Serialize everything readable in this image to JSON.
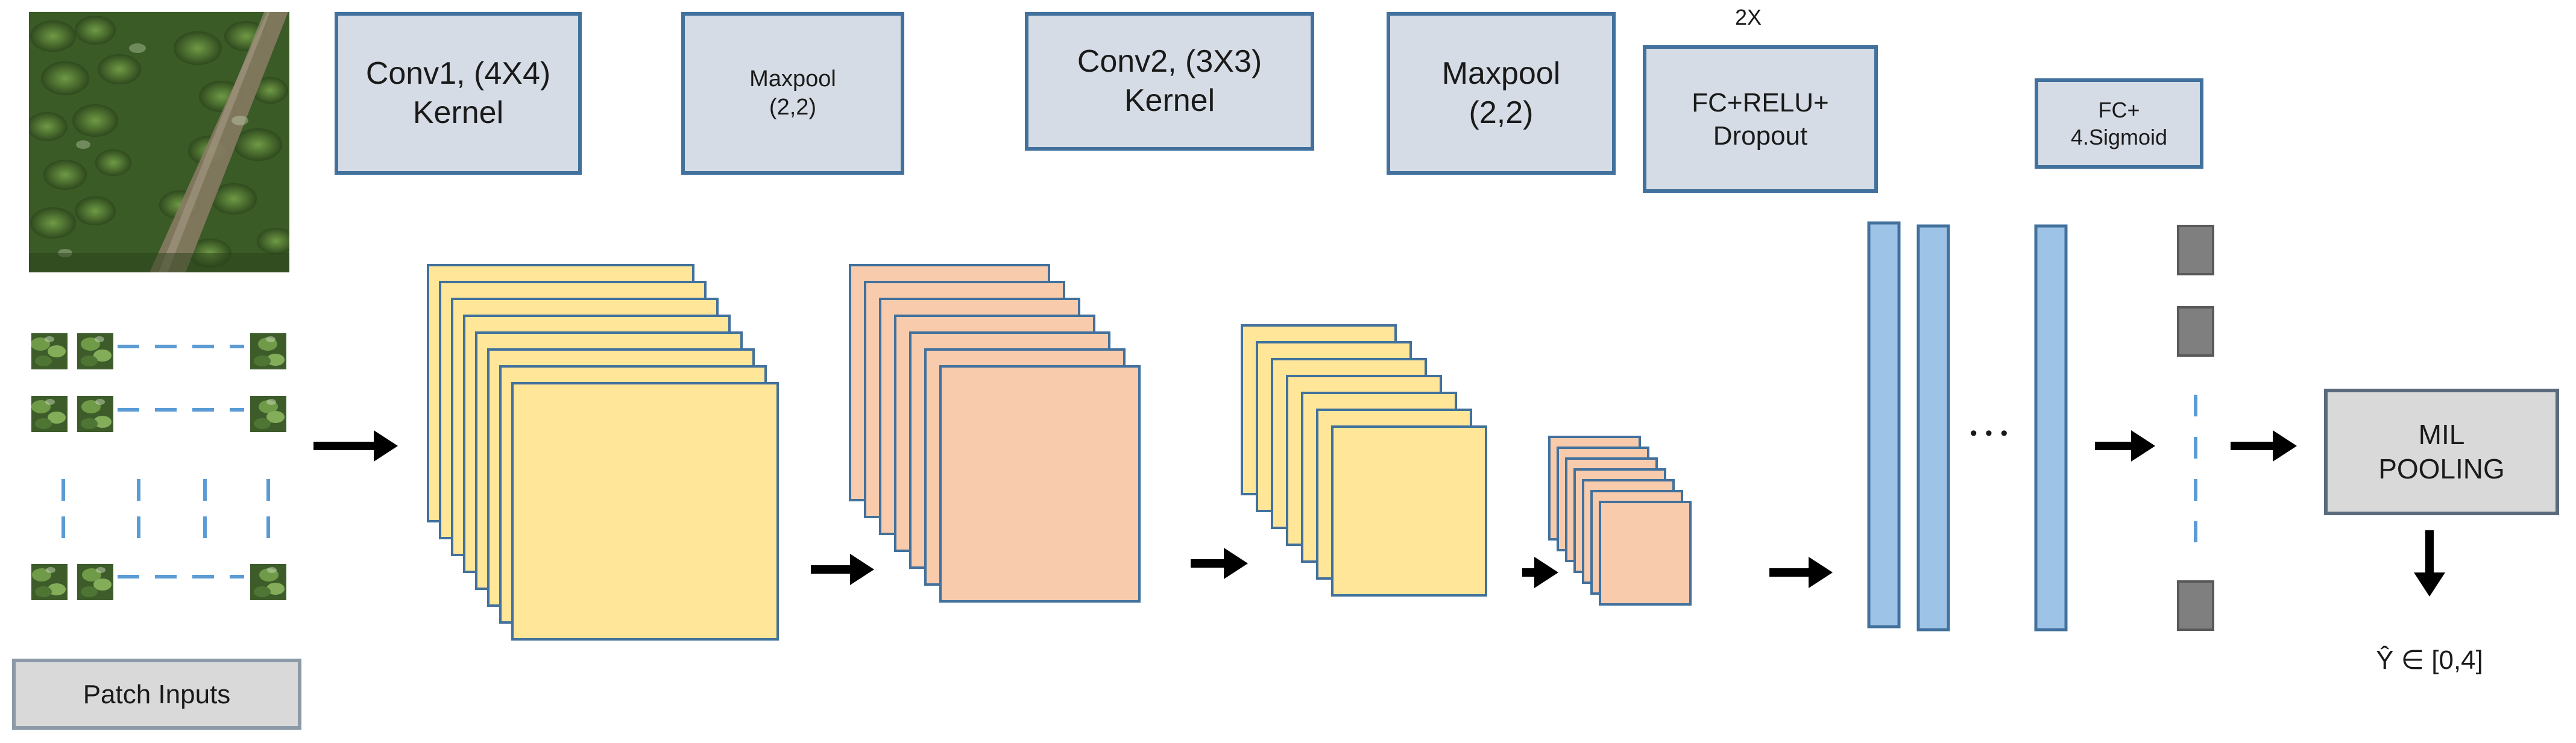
{
  "labels": {
    "conv1": "Conv1, (4X4)\nKernel",
    "maxpool1": "Maxpool\n(2,2)",
    "conv2": "Conv2, (3X3)\nKernel",
    "maxpool2": "Maxpool\n(2,2)",
    "fc_relu": "FC+RELU+\nDropout",
    "repeat": "2X",
    "fc_sigmoid": "FC+\n4.Sigmoid",
    "mil_pooling": "MIL\nPOOLING",
    "patch_inputs": "Patch Inputs",
    "output": "Ŷ ∈ [0,4]",
    "fc_ellipsis": "• • •"
  },
  "colors": {
    "label_fill": "#d6dce5",
    "label_border": "#41719c",
    "conv_fill": "#ffe699",
    "pool_fill": "#f8cbad",
    "fc_fill": "#9dc3e6",
    "sigmoid_unit": "#7f7f7f",
    "mil_fill": "#d9d9d9",
    "arrow": "#000000",
    "dash": "#5b9bd5"
  },
  "icons": [
    "field-photo",
    "patch-thumbnail",
    "arrow-right-icon",
    "arrow-down-icon"
  ]
}
